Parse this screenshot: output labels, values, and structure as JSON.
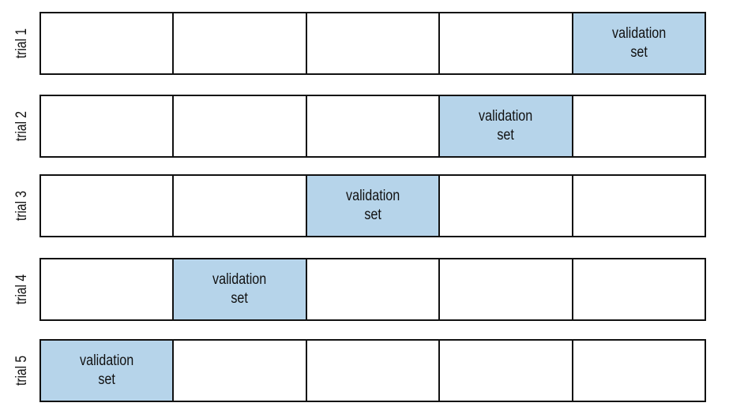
{
  "colors": {
    "validation_fill": "#b6d4ea",
    "training_fill": "#ffffff",
    "border": "#111111"
  },
  "folds_per_trial": 5,
  "validation_label": "validation\nset",
  "trials": [
    {
      "label": "trial 1",
      "validation_fold": 5
    },
    {
      "label": "trial 2",
      "validation_fold": 4
    },
    {
      "label": "trial 3",
      "validation_fold": 3
    },
    {
      "label": "trial 4",
      "validation_fold": 2
    },
    {
      "label": "trial 5",
      "validation_fold": 1
    }
  ]
}
